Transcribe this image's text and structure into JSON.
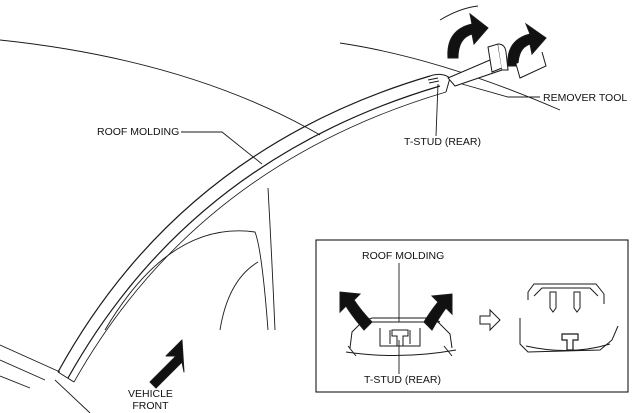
{
  "labels": {
    "roof_molding": "ROOF MOLDING",
    "remover_tool": "REMOVER TOOL",
    "t_stud_rear": "T-STUD (REAR)",
    "vehicle_front_line1": "VEHICLE",
    "vehicle_front_line2": "FRONT"
  },
  "inset": {
    "roof_molding": "ROOF MOLDING",
    "t_stud_rear": "T-STUD (REAR)"
  },
  "colors": {
    "line": "#1a1a1a",
    "fill": "#111111",
    "background": "#ffffff"
  }
}
